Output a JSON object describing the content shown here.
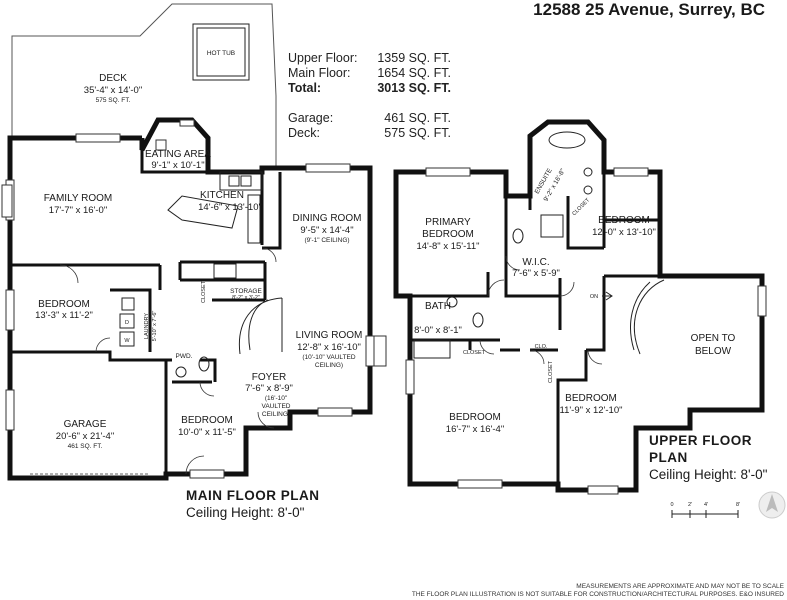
{
  "title": "12588 25 Avenue, Surrey, BC",
  "areas": [
    {
      "label": "Upper Floor:",
      "value": "1359 SQ. FT.",
      "bold": false
    },
    {
      "label": "Main Floor:",
      "value": "1654 SQ. FT.",
      "bold": false
    },
    {
      "label": "Total:",
      "value": "3013 SQ. FT.",
      "bold": true
    },
    {
      "label": "Garage:",
      "value": "461 SQ. FT.",
      "bold": false
    },
    {
      "label": "Deck:",
      "value": "575 SQ. FT.",
      "bold": false
    }
  ],
  "main_plan": {
    "title": "MAIN FLOOR PLAN",
    "ceiling": "Ceiling Height: 8'-0\""
  },
  "upper_plan": {
    "title": "UPPER FLOOR PLAN",
    "ceiling": "Ceiling Height: 8'-0\""
  },
  "main_rooms": {
    "hot_tub": "HOT TUB",
    "deck": {
      "name": "DECK",
      "dim": "35'-4\" x 14'-0\"",
      "area": "575 SQ. FT."
    },
    "eating_area": {
      "name": "EATING AREA",
      "dim": "9'-1\" x 10'-1\""
    },
    "kitchen": {
      "name": "KITCHEN",
      "dim": "14'-6\" x 13'-10\""
    },
    "family_room": {
      "name": "FAMILY ROOM",
      "dim": "17'-7\" x 16'-0\""
    },
    "dining_room": {
      "name": "DINING ROOM",
      "dim": "9'-5\" x 14'-4\"",
      "note": "(9'-1\" CEILING)"
    },
    "bedroom_west": {
      "name": "BEDROOM",
      "dim": "13'-3\" x 11'-2\""
    },
    "laundry": {
      "name": "LAUNDRY",
      "dim": "5'-10\" x 7'-6\""
    },
    "storage": {
      "name": "STORAGE",
      "dim": "8'-2\" x 3'-2\""
    },
    "closet": "CLOSET",
    "living_room": {
      "name": "LIVING ROOM",
      "dim": "12'-8\" x 16'-10\"",
      "note1": "(10'-10\" VAULTED",
      "note2": "CEILING)"
    },
    "pwd": "PWD.",
    "foyer": {
      "name": "FOYER",
      "dim": "7'-6\" x 8'-9\"",
      "note1": "(16'-10\"",
      "note2": "VAULTED",
      "note3": "CEILING)"
    },
    "garage": {
      "name": "GARAGE",
      "dim": "20'-6\" x 21'-4\"",
      "area": "461 SQ. FT."
    },
    "bedroom_south": {
      "name": "BEDROOM",
      "dim": "10'-0\" x 11'-5\""
    },
    "wd_w": "W",
    "wd_d": "D"
  },
  "upper_rooms": {
    "ensuite": {
      "name": "ENSUITE",
      "dim": "9'-2\" x 16'-8\""
    },
    "primary": {
      "name1": "PRIMARY",
      "name2": "BEDROOM",
      "dim": "14'-8\" x 15'-11\""
    },
    "bedroom_ne": {
      "name": "BEDROOM",
      "dim": "12'-0\" x 13'-10\""
    },
    "wic": {
      "name": "W.I.C.",
      "dim": "7'-6\" x 5'-9\""
    },
    "bath": {
      "name": "BATH",
      "dim": "8'-0\" x 8'-1\""
    },
    "open_below": {
      "line1": "OPEN TO",
      "line2": "BELOW"
    },
    "on": "ON",
    "closet_a": "CLOSET",
    "closet_b": "CLOSET",
    "closet_c": "CLOSET",
    "clo": "CLO.",
    "bedroom_sw": {
      "name": "BEDROOM",
      "dim": "16'-7\" x 16'-4\""
    },
    "bedroom_se": {
      "name": "BEDROOM",
      "dim": "11'-9\" x 12'-10\""
    }
  },
  "scale": {
    "t0": "0",
    "t1": "2'",
    "t2": "4'",
    "t3": "8'"
  },
  "disclaimer": {
    "line1": "MEASUREMENTS ARE APPROXIMATE AND MAY NOT BE TO SCALE",
    "line2": "THE FLOOR PLAN ILLUSTRATION IS NOT SUITABLE  FOR CONSTRUCTION/ARCHITECTURAL PURPOSES. E&O INSURED"
  }
}
